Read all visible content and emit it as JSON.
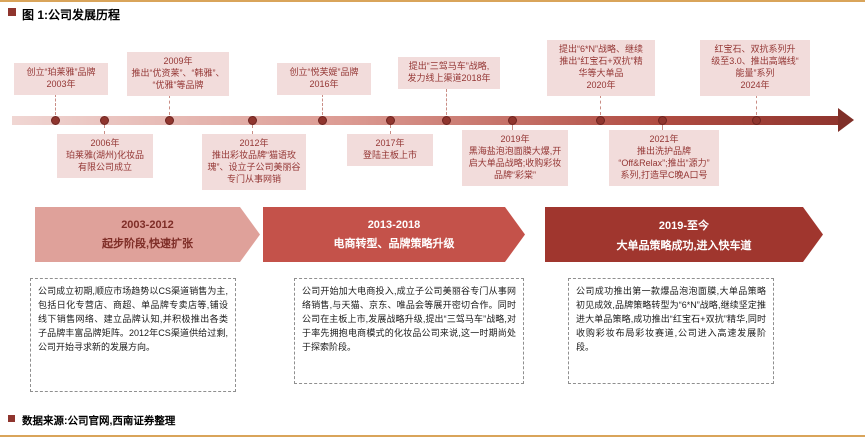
{
  "figure": {
    "title": "图 1:公司发展历程",
    "source": "数据来源:公司官网,西南证券整理"
  },
  "timeline": {
    "upper_events": [
      {
        "text": "创立“珀莱雅”品牌\n2003年"
      },
      {
        "text": "2009年\n推出“优资莱”、“韩雅”、\n“优雅”等品牌"
      },
      {
        "text": "创立“悦芙媞”品牌\n2016年"
      },
      {
        "text": "提出“三驾马车”战略,\n发力线上渠道2018年"
      },
      {
        "text": "提出“6*N”战略、继续\n推出“红宝石+双抗”精\n华等大单品\n2020年"
      },
      {
        "text": "红宝石、双抗系列升\n级至3.0、推出高端线“\n能量”系列\n2024年"
      }
    ],
    "lower_events": [
      {
        "text": "2006年\n珀莱雅(湖州)化妆品\n有限公司成立"
      },
      {
        "text": "2012年\n推出彩妆品牌“猫语玫\n瑰”、设立子公司美丽谷\n专门从事网销"
      },
      {
        "text": "2017年\n登陆主板上市"
      },
      {
        "text": "2019年\n黑海盐泡泡面膜大爆,开\n启大单品战略;收购彩妆\n品牌“彩棠”"
      },
      {
        "text": "2021年\n推出洗护品牌\n“Off&Relax”;推出“源力”\n系列,打造早C晚A口号"
      }
    ]
  },
  "phases": [
    {
      "years": "2003-2012",
      "label": "起步阶段,快速扩张",
      "color": "#dfa19a"
    },
    {
      "years": "2013-2018",
      "label": "电商转型、品牌策略升级",
      "color": "#c4524a"
    },
    {
      "years": "2019-至今",
      "label": "大单品策略成功,进入快车道",
      "color": "#a0362e"
    }
  ],
  "details": [
    {
      "text": "公司成立初期,顺应市场趋势以CS渠道销售为主,包括日化专营店、商超、单品牌专卖店等,铺设线下销售网络、建立品牌认知,并积极推出各类子品牌丰富品牌矩阵。2012年CS渠道供给过剩,公司开始寻求新的发展方向。"
    },
    {
      "text": "公司开始加大电商投入,成立子公司美丽谷专门从事网络销售,与天猫、京东、唯品会等展开密切合作。同时公司在主板上市,发展战略升级,提出“三驾马车”战略,对于率先拥抱电商模式的化妆品公司来说,这一时期尚处于探索阶段。"
    },
    {
      "text": "公司成功推出第一款爆品泡泡面膜,大单品策略初见成效,品牌策略转型为“6*N”战略,继续坚定推进大单品策略,成功推出“红宝石+双抗”精华,同时收购彩妆布局彩妆赛道,公司进入高速发展阶段。"
    }
  ]
}
